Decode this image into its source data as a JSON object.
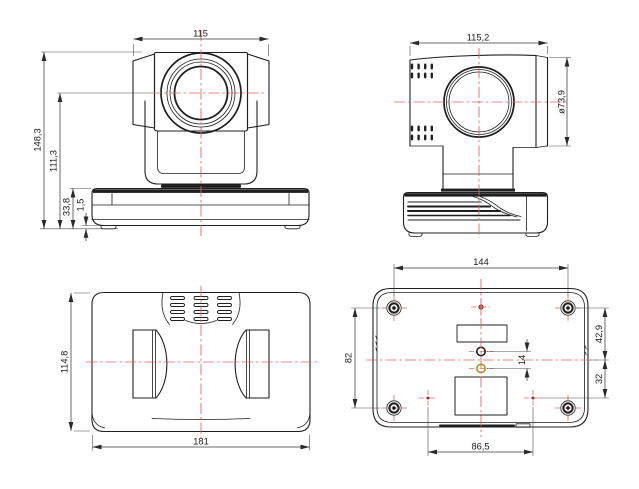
{
  "drawing": {
    "colors": {
      "line": "#1f1f1f",
      "dimline": "#3a3a3a",
      "centerline": "#dd6161",
      "accent-hole": "#9d9d2e",
      "background": "#ffffff"
    },
    "views": {
      "front": {
        "dims": {
          "overall_width": "115",
          "overall_height": "148,3",
          "lens_center_height": "111,3",
          "base_height": "33,8",
          "foot_height": "1,5"
        }
      },
      "side": {
        "dims": {
          "overall_depth": "115,2",
          "lens_diameter": "ø73,9"
        }
      },
      "top": {
        "dims": {
          "body_depth": "114,8",
          "overall_width": "181"
        }
      },
      "bottom": {
        "dims": {
          "hole_span_width": "144",
          "hole_span_depth": "82",
          "holes_to_center": "42,9",
          "center_to_marks": "32",
          "tripod_hole_gap": "14",
          "mark_span": "86,5"
        }
      }
    }
  }
}
